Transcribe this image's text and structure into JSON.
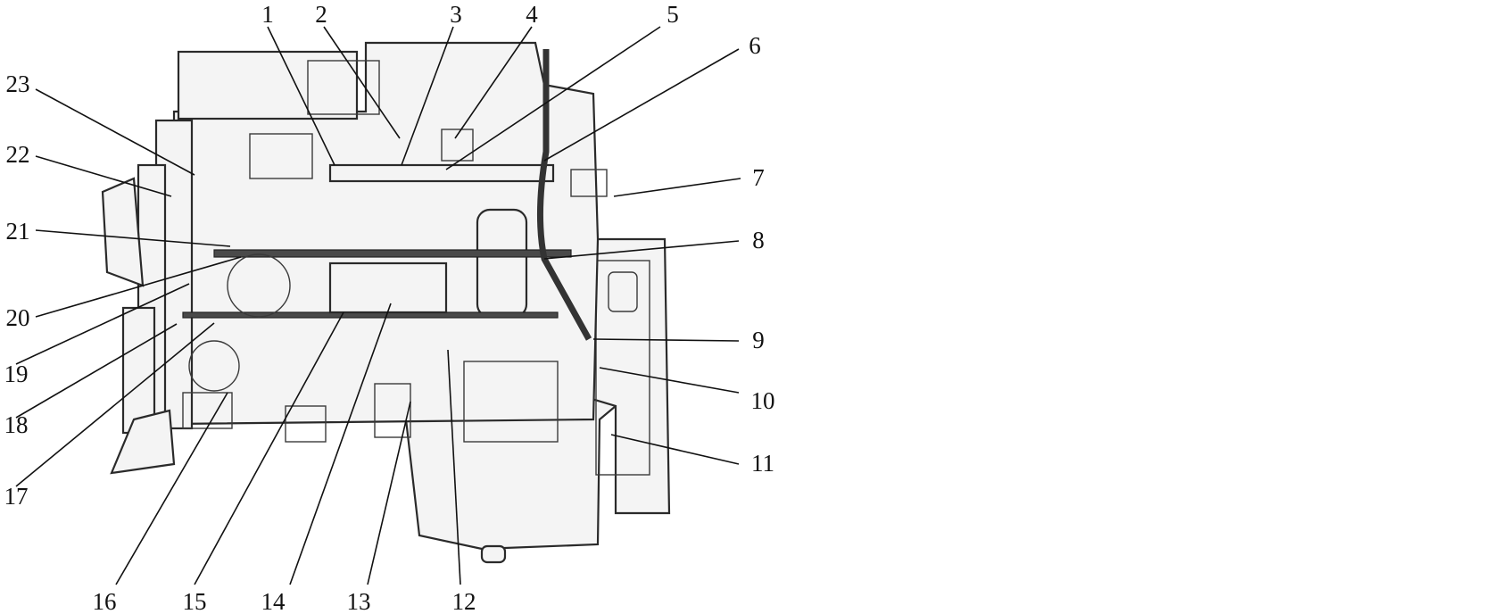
{
  "callouts": [
    {
      "label": "1"
    },
    {
      "label": "2"
    },
    {
      "label": "3"
    },
    {
      "label": "4"
    },
    {
      "label": "5"
    },
    {
      "label": "6"
    },
    {
      "label": "7"
    },
    {
      "label": "8"
    },
    {
      "label": "9"
    },
    {
      "label": "10"
    },
    {
      "label": "11"
    },
    {
      "label": "12"
    },
    {
      "label": "13"
    },
    {
      "label": "14"
    },
    {
      "label": "15"
    },
    {
      "label": "16"
    },
    {
      "label": "17"
    },
    {
      "label": "18"
    },
    {
      "label": "19"
    },
    {
      "label": "20"
    },
    {
      "label": "21"
    },
    {
      "label": "22"
    },
    {
      "label": "23"
    }
  ],
  "colors": {
    "ink": "#111111",
    "photo_background": "#cfcfcf"
  }
}
